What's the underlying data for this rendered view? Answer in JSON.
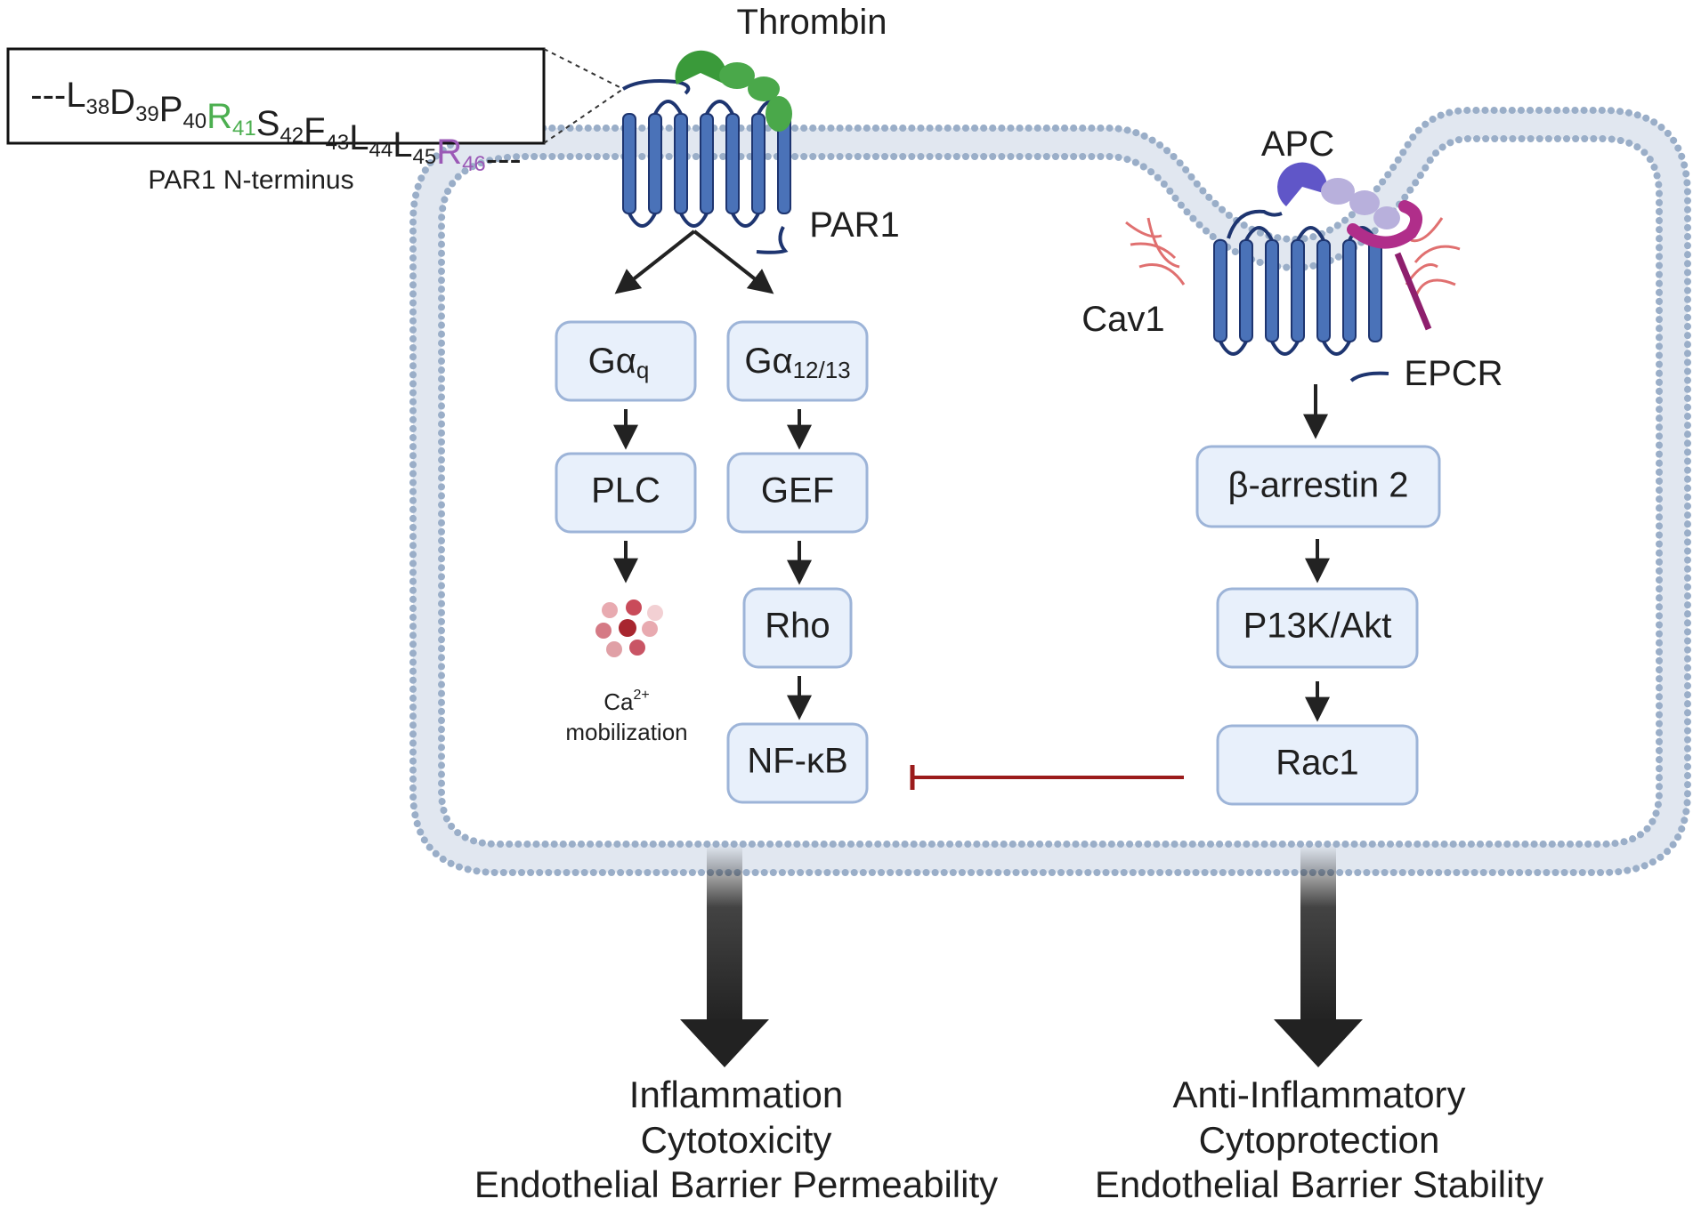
{
  "thrombin_label": "Thrombin",
  "par1_label": "PAR1",
  "apc_label": "APC",
  "cav1_label": "Cav1",
  "epcr_label": "EPCR",
  "sequence": {
    "prefix": "---",
    "suffix": "---",
    "residues": [
      {
        "aa": "L",
        "num": "38",
        "color": "#1f1f1f"
      },
      {
        "aa": "D",
        "num": "39",
        "color": "#1f1f1f"
      },
      {
        "aa": "P",
        "num": "40",
        "color": "#1f1f1f"
      },
      {
        "aa": "R",
        "num": "41",
        "color": "#4caf50"
      },
      {
        "aa": "S",
        "num": "42",
        "color": "#1f1f1f"
      },
      {
        "aa": "F",
        "num": "43",
        "color": "#1f1f1f"
      },
      {
        "aa": "L",
        "num": "44",
        "color": "#1f1f1f"
      },
      {
        "aa": "L",
        "num": "45",
        "color": "#1f1f1f"
      },
      {
        "aa": "R",
        "num": "46",
        "color": "#9b59b6"
      }
    ],
    "caption": "PAR1 N-terminus"
  },
  "left_pathway": {
    "gq": {
      "main": "Gα",
      "sub": "q"
    },
    "plc": "PLC",
    "ca_ion": "Ca",
    "ca_charge": "2+",
    "ca_caption": "mobilization",
    "g1213": {
      "main": "Gα",
      "sub": "12/13"
    },
    "gef": "GEF",
    "rho": "Rho",
    "nfkb": "NF-κB"
  },
  "right_pathway": {
    "arrestin": "β-arrestin 2",
    "pi3k": "P13K/Akt",
    "rac1": "Rac1"
  },
  "outcomes_left": [
    "Inflammation",
    "Cytotoxicity",
    "Endothelial Barrier Permeability"
  ],
  "outcomes_right": [
    "Anti-Inflammatory",
    "Cytoprotection",
    "Endothelial Barrier Stability"
  ],
  "colors": {
    "membrane": "#9aaec8",
    "receptor": "#4a72b8",
    "receptor_dark": "#1e3570",
    "thrombin": "#3a9a3a",
    "apc_head": "#6056c8",
    "apc_tail": "#b8b0dc",
    "epcr": "#b02e8a",
    "cav1": "#e07070",
    "inhibit": "#9b1c1c",
    "box_fill": "#e8f0fb",
    "box_stroke": "#9db4d8"
  }
}
